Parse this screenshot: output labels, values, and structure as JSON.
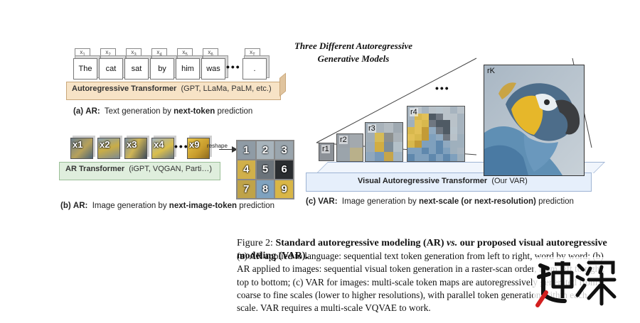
{
  "title": [
    "Three Different Autoregressive",
    "Generative Models"
  ],
  "panel_a": {
    "x_labels": [
      "x",
      "x",
      "x",
      "x",
      "x",
      "x",
      "x"
    ],
    "x_subs": [
      "1",
      "2",
      "3",
      "4",
      "5",
      "6",
      "T"
    ],
    "words": [
      "The",
      "cat",
      "sat",
      "by",
      "him",
      "was",
      "."
    ],
    "dots": "•••",
    "model_bold": "Autoregressive Transformer",
    "model_rest": "(GPT, LLaMa, PaLM, etc.)",
    "caption_prefix": "(a)",
    "caption_bold": "AR:",
    "caption_mid": "Text generation by",
    "caption_key": "next-token",
    "caption_end": "prediction"
  },
  "panel_b": {
    "tokens": [
      "x1",
      "x2",
      "x3",
      "x4",
      "x9"
    ],
    "dots": "•••",
    "reshape": "reshape",
    "grid": [
      "1",
      "2",
      "3",
      "4",
      "5",
      "6",
      "7",
      "8",
      "9"
    ],
    "model_bold": "AR Transformer",
    "model_rest": "(iGPT, VQGAN, Parti…)",
    "caption_prefix": "(b)",
    "caption_bold": "AR:",
    "caption_mid": "Image generation by",
    "caption_key": "next-image-token",
    "caption_end": "prediction"
  },
  "panel_c": {
    "scales": [
      "r1",
      "r2",
      "r3",
      "r4",
      "rK"
    ],
    "dots": "•••",
    "model_bold": "Visual Autoregressive Transformer",
    "model_rest": "(Our VAR)",
    "caption_prefix": "(c)",
    "caption_bold": "VAR:",
    "caption_mid": "Image generation by",
    "caption_key": "next-scale (or next-resolution)",
    "caption_end": "prediction"
  },
  "figure": {
    "label": "Figure 2:",
    "bold1": "Standard autoregressive modeling (AR)",
    "vs": "vs.",
    "bold2": "our proposed visual autoregressive modeling (VAR).",
    "body": "(a) AR applied to language: sequential text token generation from left to right, word by word; (b) AR applied to images: sequential visual token generation in a raster-scan order, from left to right, top to bottom; (c) VAR for images: multi-scale token maps are autoregressively generated from coarse to fine scales (lower to higher resolutions), with parallel token generation within each scale. VAR requires a multi-scale VQVAE to work."
  },
  "watermark_text": "速深",
  "colors": {
    "ar_slab": "#f7e3c6",
    "img_slab": "#dfeedd",
    "var_slab": "#e6effb",
    "parrot_yellow": "#e6b72a",
    "parrot_blue": "#5f8fb4",
    "parrot_gray": "#8b9095"
  }
}
